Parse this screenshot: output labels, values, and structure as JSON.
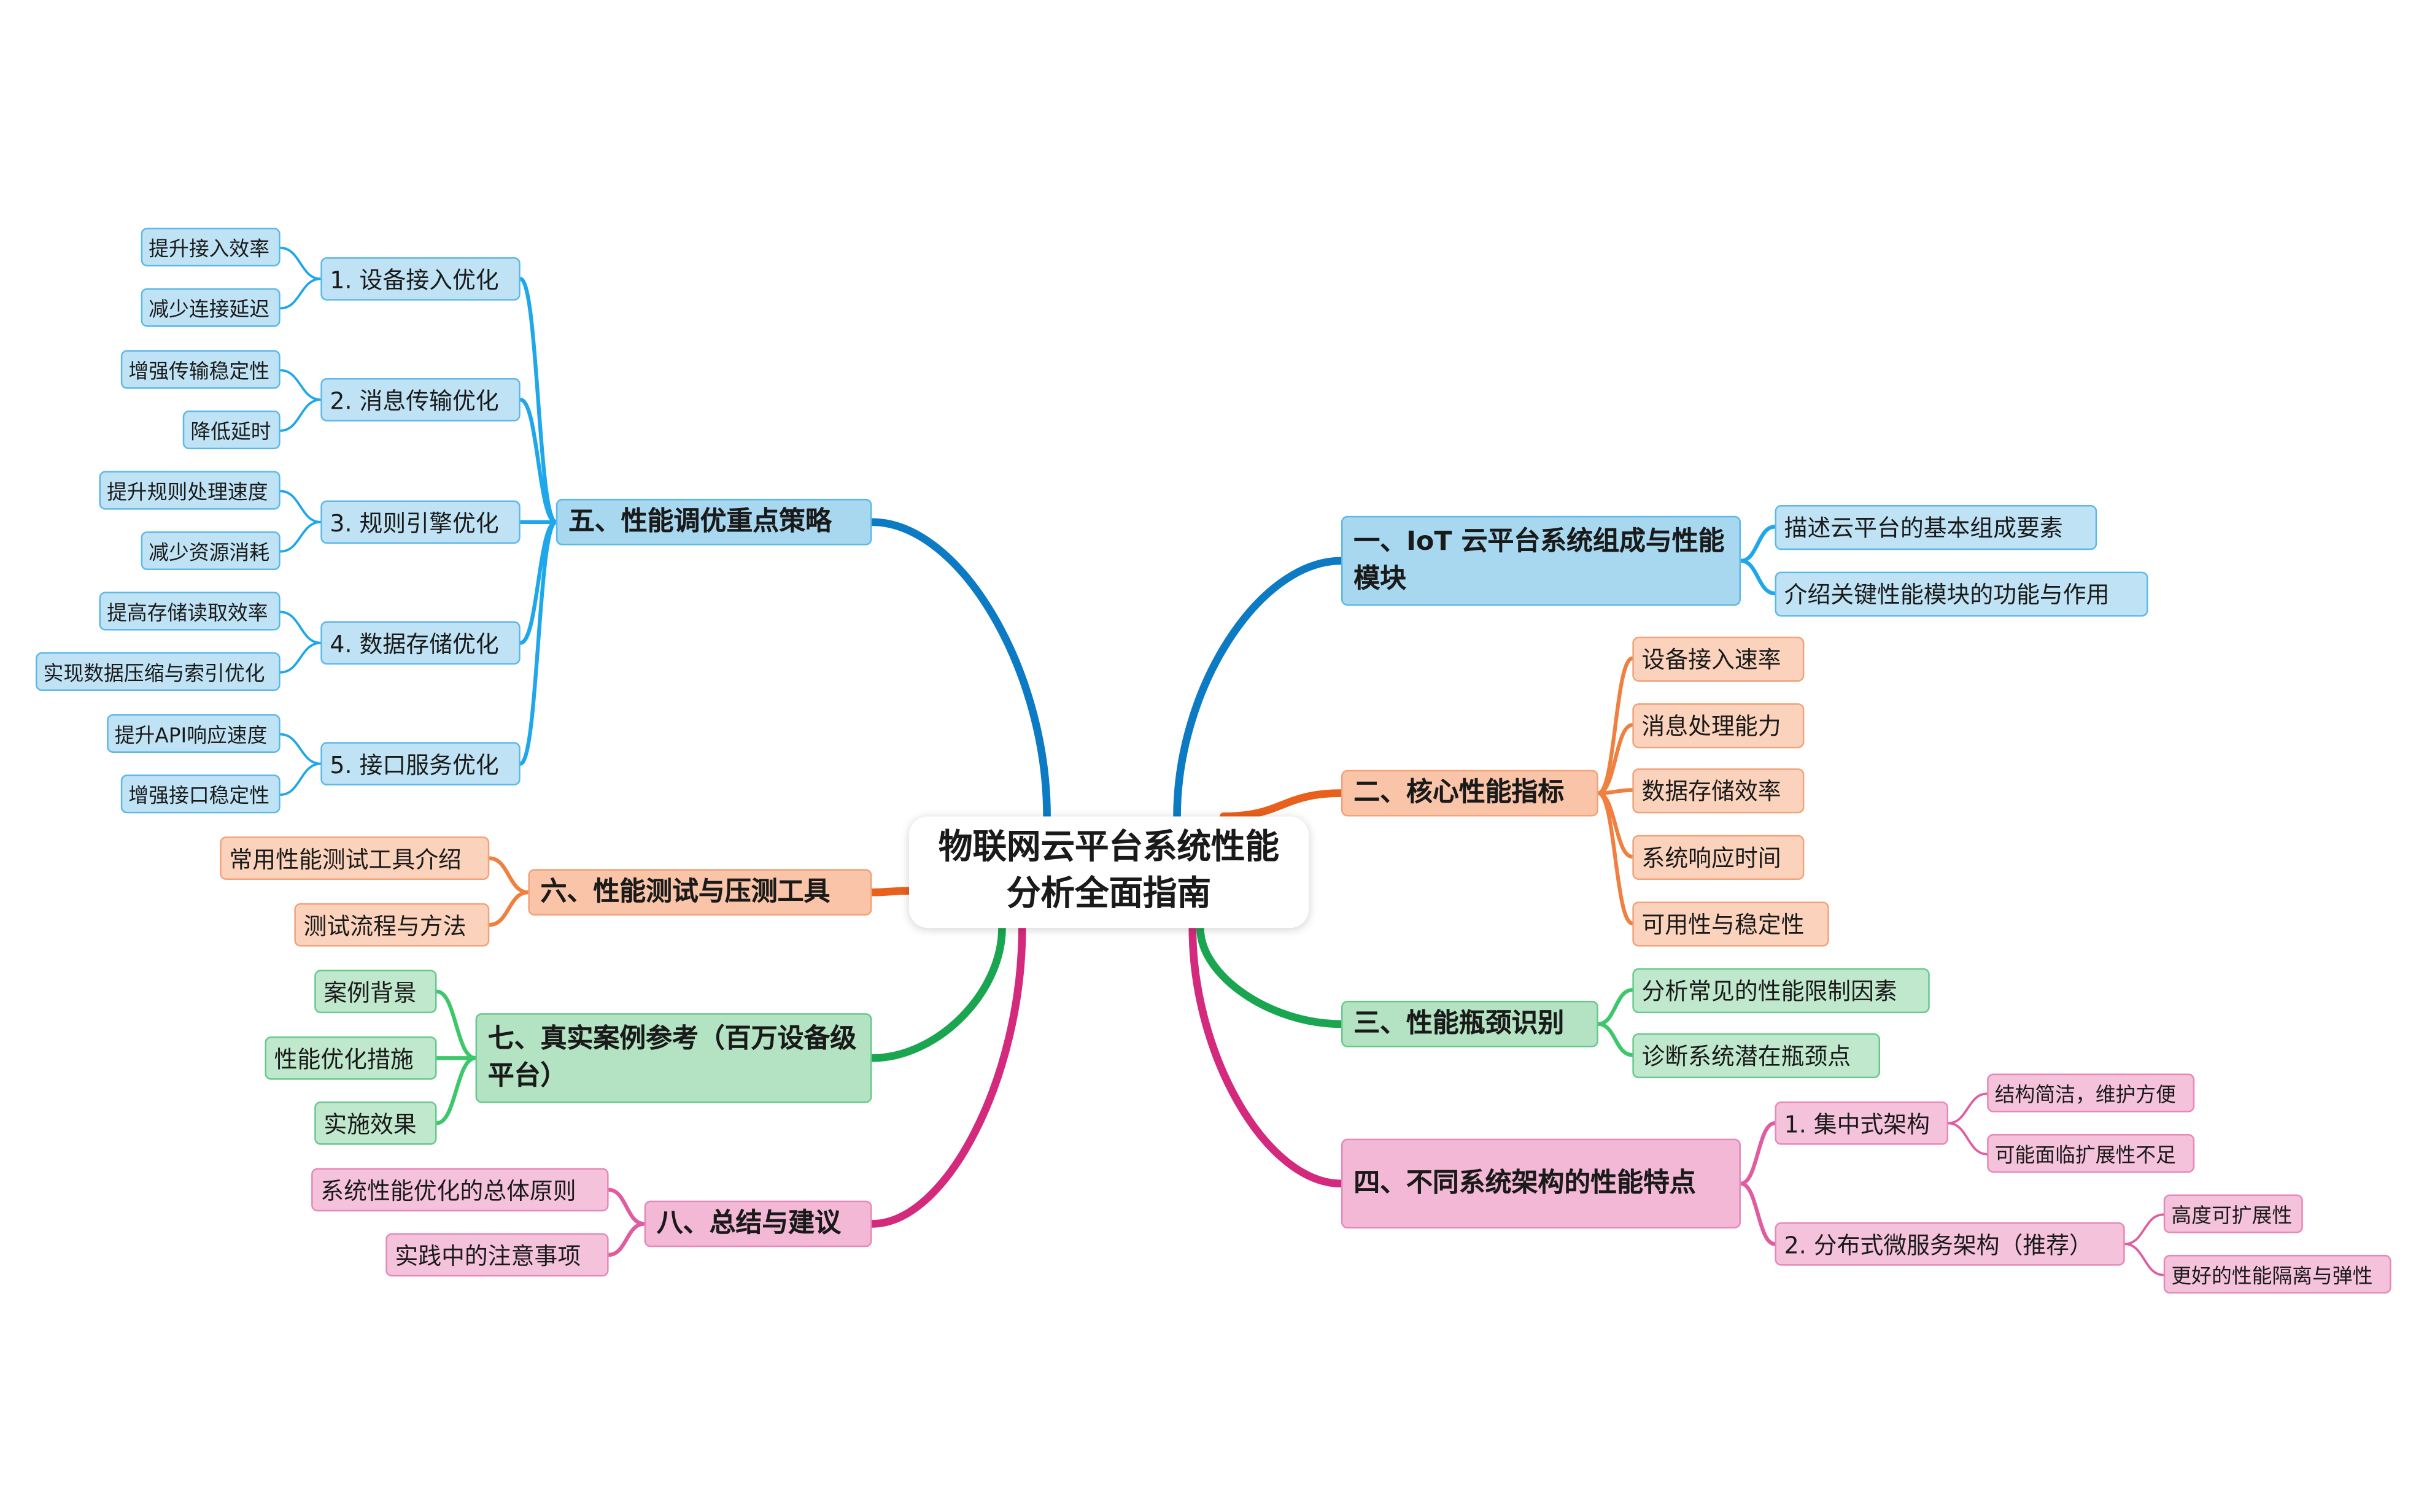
{
  "root": {
    "title": "物联网云平台系统性能分析全面指南"
  },
  "colors": {
    "blue": "#0d7bc4",
    "blue_light": "#1ea7ea",
    "orange": "#e8601c",
    "orange_light": "#f08040",
    "green": "#1aa650",
    "green_light": "#3cc86a",
    "pink": "#d42a7e",
    "pink_light": "#e05ca0"
  },
  "branches": {
    "b1": {
      "title": "一、IoT 云平台系统组成与性能模块",
      "items": [
        "描述云平台的基本组成要素",
        "介绍关键性能模块的功能与作用"
      ]
    },
    "b2": {
      "title": "二、核心性能指标",
      "items": [
        "设备接入速率",
        "消息处理能力",
        "数据存储效率",
        "系统响应时间",
        "可用性与稳定性"
      ]
    },
    "b3": {
      "title": "三、性能瓶颈识别",
      "items": [
        "分析常见的性能限制因素",
        "诊断系统潜在瓶颈点"
      ]
    },
    "b4": {
      "title": "四、不同系统架构的性能特点",
      "subs": [
        {
          "label": "1. 集中式架构",
          "items": [
            "结构简洁，维护方便",
            "可能面临扩展性不足"
          ]
        },
        {
          "label": "2. 分布式微服务架构（推荐）",
          "items": [
            "高度可扩展性",
            "更好的性能隔离与弹性"
          ]
        }
      ]
    },
    "b5": {
      "title": "五、性能调优重点策略",
      "subs": [
        {
          "label": "1. 设备接入优化",
          "items": [
            "提升接入效率",
            "减少连接延迟"
          ]
        },
        {
          "label": "2. 消息传输优化",
          "items": [
            "增强传输稳定性",
            "降低延时"
          ]
        },
        {
          "label": "3. 规则引擎优化",
          "items": [
            "提升规则处理速度",
            "减少资源消耗"
          ]
        },
        {
          "label": "4. 数据存储优化",
          "items": [
            "提高存储读取效率",
            "实现数据压缩与索引优化"
          ]
        },
        {
          "label": "5. 接口服务优化",
          "items": [
            "提升API响应速度",
            "增强接口稳定性"
          ]
        }
      ]
    },
    "b6": {
      "title": "六、性能测试与压测工具",
      "items": [
        "常用性能测试工具介绍",
        "测试流程与方法"
      ]
    },
    "b7": {
      "title": "七、真实案例参考（百万设备级平台）",
      "items": [
        "案例背景",
        "性能优化措施",
        "实施效果"
      ]
    },
    "b8": {
      "title": "八、总结与建议",
      "items": [
        "系统性能优化的总体原则",
        "实践中的注意事项"
      ]
    }
  }
}
